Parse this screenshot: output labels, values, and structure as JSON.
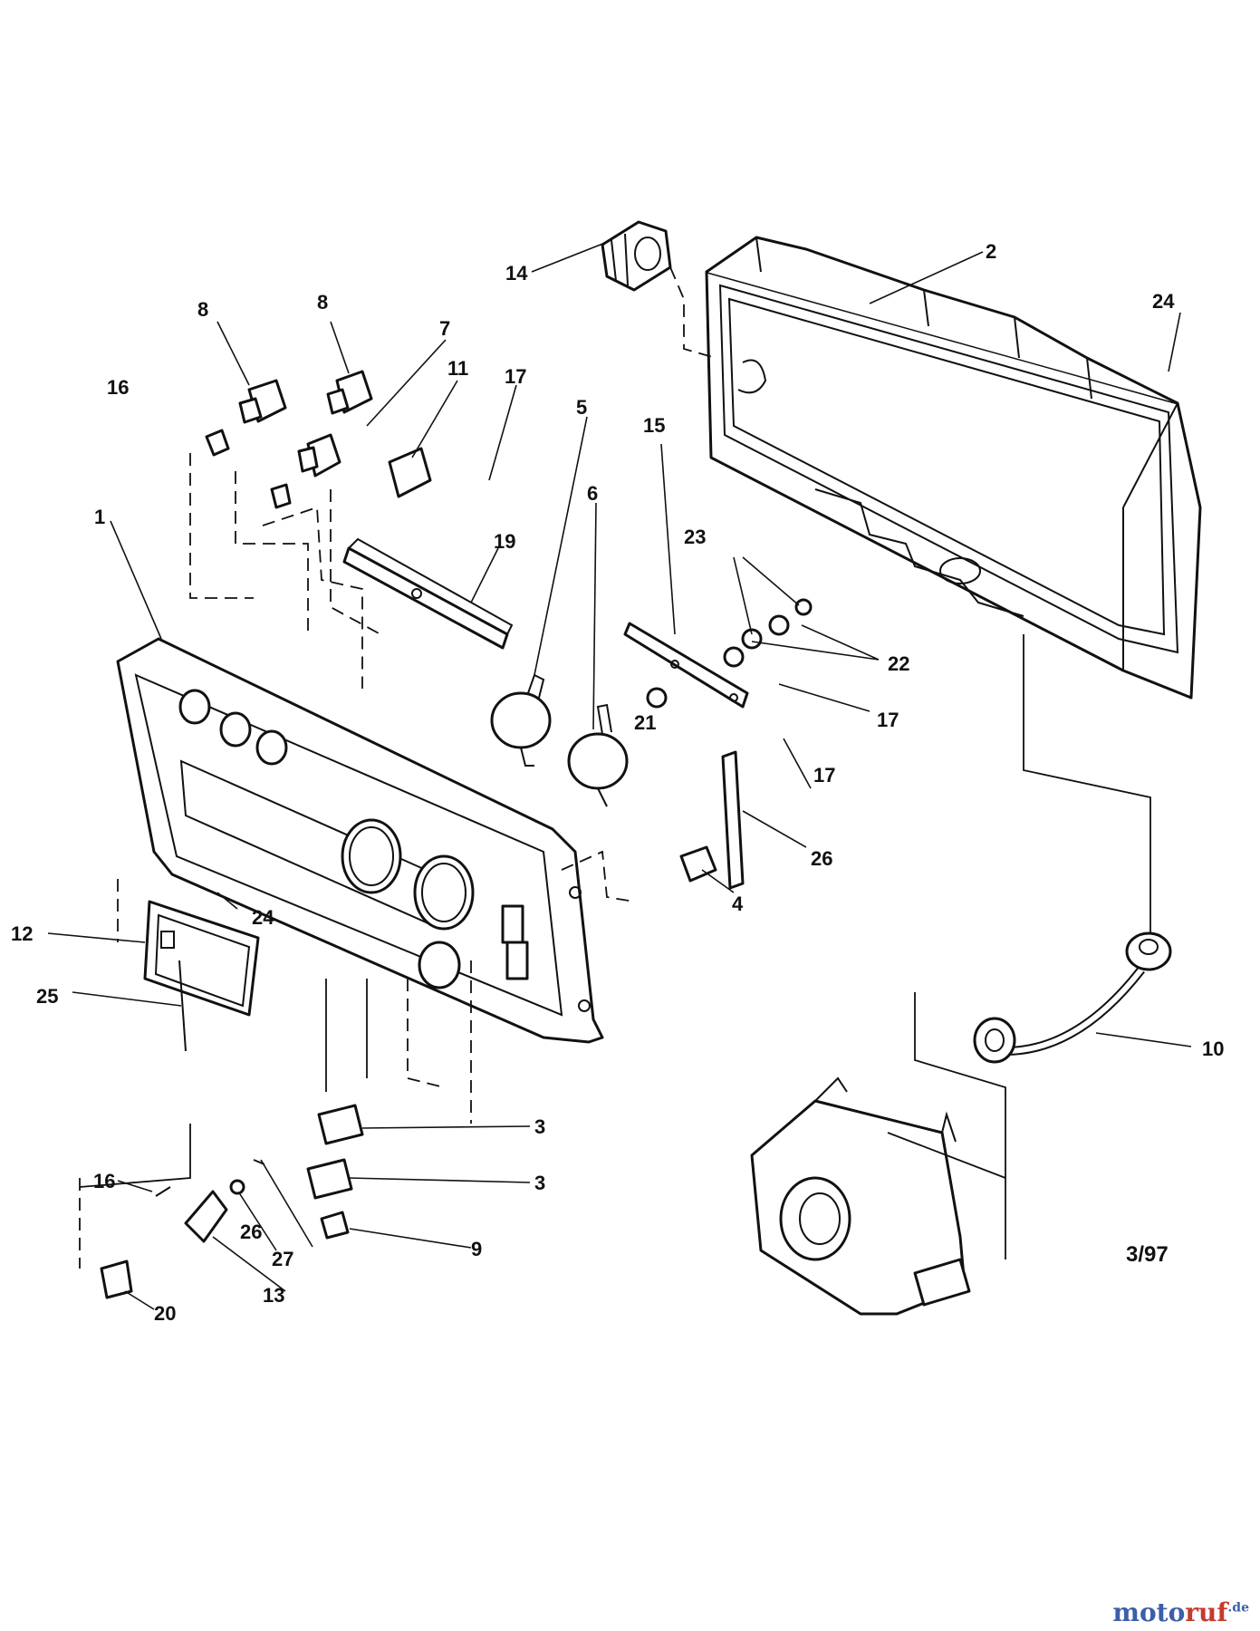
{
  "callouts": [
    {
      "id": "c1",
      "label": "1"
    },
    {
      "id": "c2",
      "label": "2"
    },
    {
      "id": "c3a",
      "label": "3"
    },
    {
      "id": "c3b",
      "label": "3"
    },
    {
      "id": "c4",
      "label": "4"
    },
    {
      "id": "c5",
      "label": "5"
    },
    {
      "id": "c6",
      "label": "6"
    },
    {
      "id": "c7",
      "label": "7"
    },
    {
      "id": "c8a",
      "label": "8"
    },
    {
      "id": "c8b",
      "label": "8"
    },
    {
      "id": "c9",
      "label": "9"
    },
    {
      "id": "c10",
      "label": "10"
    },
    {
      "id": "c11",
      "label": "11"
    },
    {
      "id": "c12",
      "label": "12"
    },
    {
      "id": "c13",
      "label": "13"
    },
    {
      "id": "c14",
      "label": "14"
    },
    {
      "id": "c15",
      "label": "15"
    },
    {
      "id": "c16a",
      "label": "16"
    },
    {
      "id": "c16b",
      "label": "16"
    },
    {
      "id": "c17a",
      "label": "17"
    },
    {
      "id": "c17b",
      "label": "17"
    },
    {
      "id": "c17c",
      "label": "17"
    },
    {
      "id": "c19",
      "label": "19"
    },
    {
      "id": "c20",
      "label": "20"
    },
    {
      "id": "c21",
      "label": "21"
    },
    {
      "id": "c22",
      "label": "22"
    },
    {
      "id": "c23",
      "label": "23"
    },
    {
      "id": "c24a",
      "label": "24"
    },
    {
      "id": "c24b",
      "label": "24"
    },
    {
      "id": "c25",
      "label": "25"
    },
    {
      "id": "c26a",
      "label": "26"
    },
    {
      "id": "c26b",
      "label": "26"
    },
    {
      "id": "c27",
      "label": "27"
    }
  ],
  "date_stamp": "3/97",
  "watermark": {
    "part1": "moto",
    "part2": "ruf",
    "part3": ".de"
  }
}
